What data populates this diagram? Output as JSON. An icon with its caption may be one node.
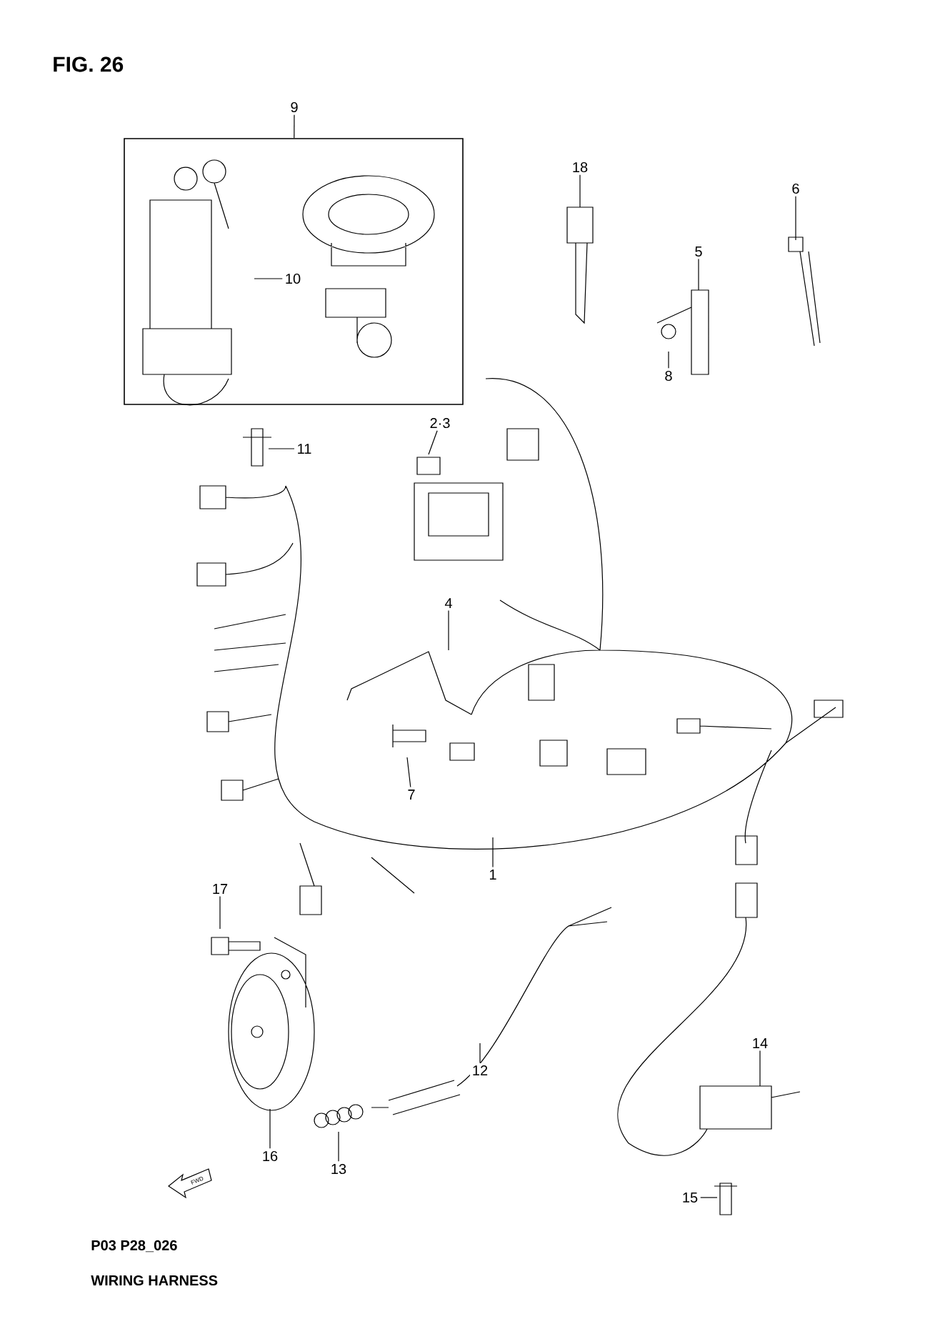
{
  "diagram": {
    "title": "FIG. 26",
    "caption": "WIRING HARNESS",
    "nodes": [
      {
        "text": [
          "1"
        ]
      },
      {
        "text": [
          "2·3"
        ]
      },
      {
        "text": [
          "4"
        ]
      },
      {
        "text": [
          "5"
        ]
      },
      {
        "text": [
          "6"
        ]
      },
      {
        "text": [
          "7"
        ]
      },
      {
        "text": [
          "8"
        ]
      },
      {
        "text": [
          "9"
        ]
      },
      {
        "text": [],
        "shape": "box"
      },
      {
        "text": [
          "10"
        ],
        "in": 8
      },
      {
        "text": [
          "11"
        ]
      },
      {
        "text": [
          "12"
        ]
      },
      {
        "text": [
          "13"
        ]
      },
      {
        "text": [
          "14"
        ]
      },
      {
        "text": [
          "15"
        ]
      },
      {
        "text": [
          "16"
        ]
      },
      {
        "text": [
          "17"
        ]
      },
      {
        "text": [
          "18"
        ]
      }
    ],
    "edges": [
      {
        "from": 0,
        "to": null,
        "arrow": "none"
      },
      {
        "from": 1,
        "to": null,
        "arrow": "none"
      },
      {
        "from": 2,
        "to": null,
        "arrow": "none"
      },
      {
        "from": 3,
        "to": null,
        "arrow": "none"
      },
      {
        "from": 4,
        "to": null,
        "arrow": "none"
      },
      {
        "from": 5,
        "to": null,
        "arrow": "none"
      },
      {
        "from": 6,
        "to": null,
        "arrow": "none"
      },
      {
        "from": 7,
        "to": 8,
        "arrow": "none"
      },
      {
        "from": 9,
        "to": null,
        "arrow": "none"
      },
      {
        "from": 10,
        "to": null,
        "arrow": "none"
      },
      {
        "from": 11,
        "to": null,
        "arrow": "none"
      },
      {
        "from": 12,
        "to": null,
        "arrow": "none"
      },
      {
        "from": 13,
        "to": null,
        "arrow": "none"
      },
      {
        "from": 14,
        "to": null,
        "arrow": "none"
      },
      {
        "from": 15,
        "to": null,
        "arrow": "none"
      },
      {
        "from": 16,
        "to": null,
        "arrow": "none"
      },
      {
        "from": 17,
        "to": null,
        "arrow": "none"
      }
    ],
    "labels": [
      "FWD",
      "P03 P28_026"
    ]
  }
}
